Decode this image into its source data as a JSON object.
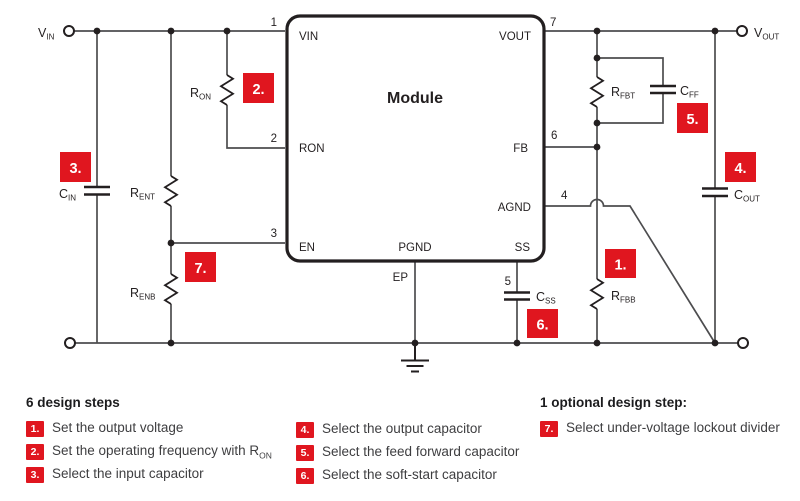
{
  "colors": {
    "accent_red": "#e0161f",
    "wire_gray": "#4d4d4f",
    "ink_black": "#231f20",
    "text_gray": "#3e3e40"
  },
  "diagram": {
    "module_label": "Module",
    "pin_labels": {
      "vin": "VIN",
      "vout": "VOUT",
      "ron": "RON",
      "fb": "FB",
      "en": "EN",
      "agnd": "AGND",
      "pgnd": "PGND",
      "ss": "SS",
      "ep": "EP"
    },
    "pin_numbers": {
      "p1": "1",
      "p2": "2",
      "p3": "3",
      "p4": "4",
      "p5": "5",
      "p6": "6",
      "p7": "7"
    },
    "terminals": {
      "vin": {
        "main": "V",
        "sub": "IN"
      },
      "vout": {
        "main": "V",
        "sub": "OUT"
      }
    },
    "components": {
      "cin": {
        "main": "C",
        "sub": "IN"
      },
      "rent": {
        "main": "R",
        "sub": "ENT"
      },
      "renb": {
        "main": "R",
        "sub": "ENB"
      },
      "ron": {
        "main": "R",
        "sub": "ON"
      },
      "css": {
        "main": "C",
        "sub": "SS"
      },
      "rfbt": {
        "main": "R",
        "sub": "FBT"
      },
      "cff": {
        "main": "C",
        "sub": "FF"
      },
      "cout": {
        "main": "C",
        "sub": "OUT"
      },
      "rfbb": {
        "main": "R",
        "sub": "FBB"
      }
    },
    "badges": {
      "b1": "1.",
      "b2": "2.",
      "b3": "3.",
      "b4": "4.",
      "b5": "5.",
      "b6": "6.",
      "b7": "7."
    }
  },
  "legend": {
    "left_header": "6 design steps",
    "right_header": "1 optional design step:",
    "steps": [
      {
        "num": "1.",
        "pre": "Set the output voltage",
        "sub": ""
      },
      {
        "num": "2.",
        "pre": "Set the operating frequency with R",
        "sub": "ON"
      },
      {
        "num": "3.",
        "pre": "Select the input capacitor",
        "sub": ""
      },
      {
        "num": "4.",
        "pre": "Select the output capacitor",
        "sub": ""
      },
      {
        "num": "5.",
        "pre": "Select the feed forward capacitor",
        "sub": ""
      },
      {
        "num": "6.",
        "pre": "Select the soft-start capacitor",
        "sub": ""
      },
      {
        "num": "7.",
        "pre": "Select under-voltage lockout divider",
        "sub": ""
      }
    ]
  }
}
